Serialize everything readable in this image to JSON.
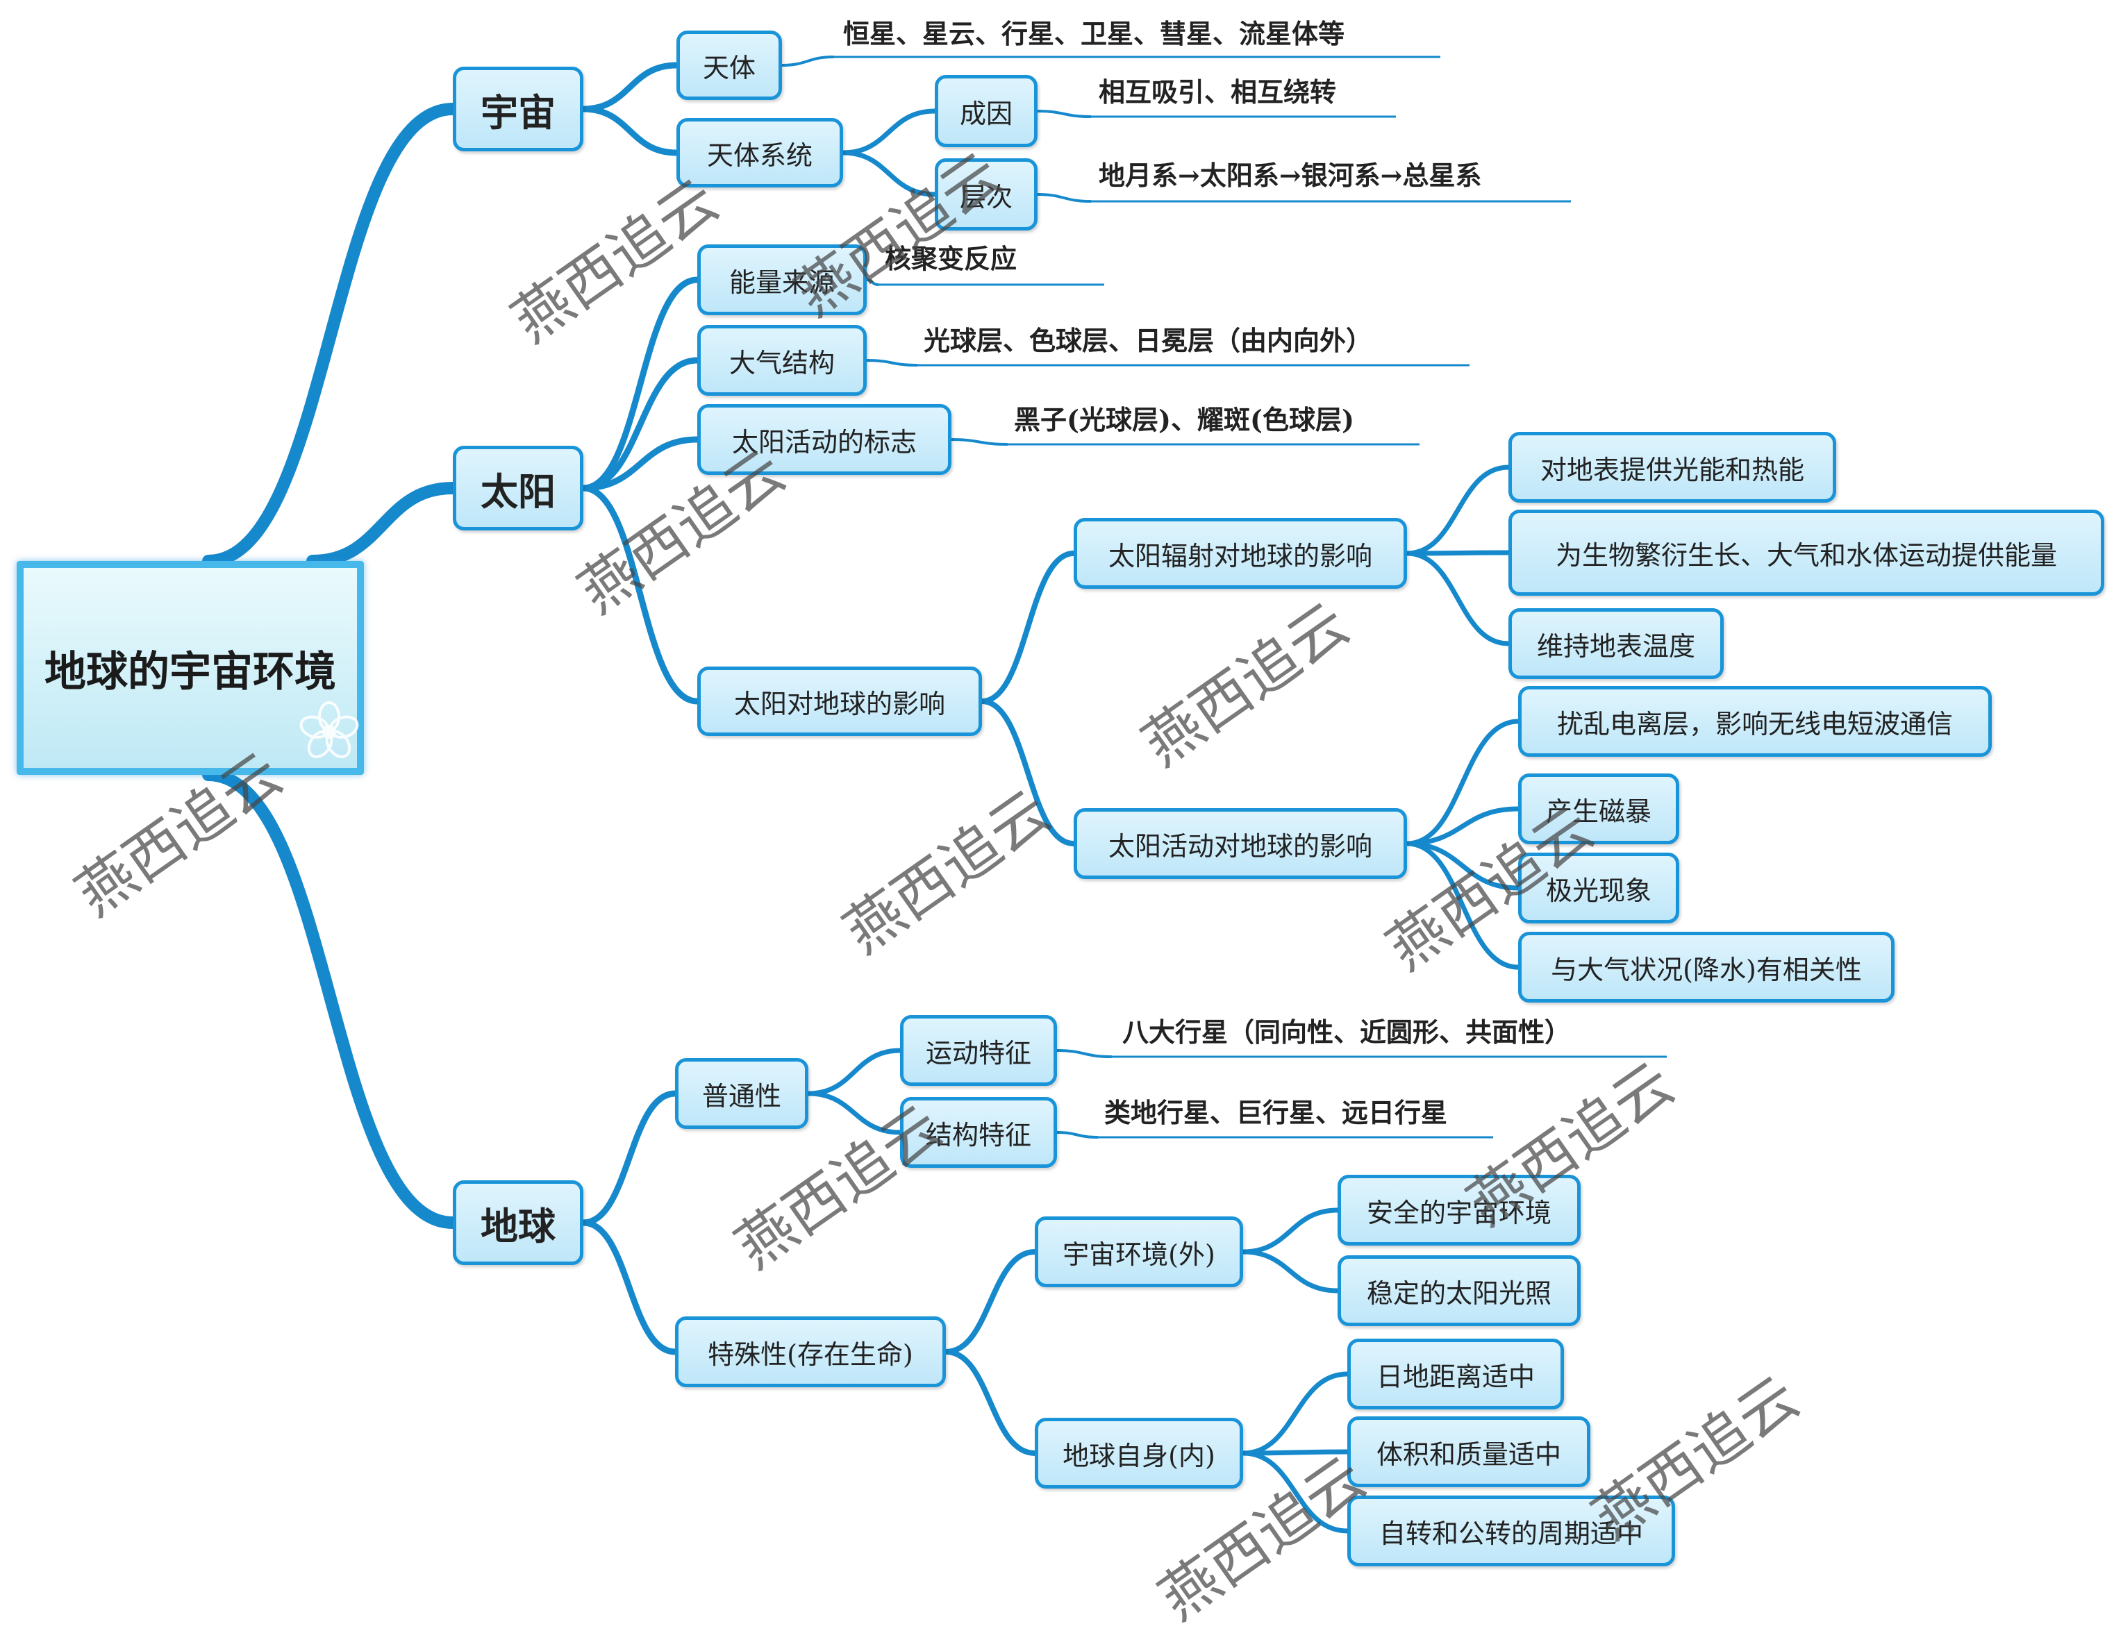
{
  "root": "地球的宇宙环境",
  "nodes": {
    "yuzhou": "宇宙",
    "tianti": "天体",
    "tianti_xitong": "天体系统",
    "chengyin": "成因",
    "cengci": "层次",
    "taiyang": "太阳",
    "nengliang": "能量来源",
    "daqi_jiegou": "大气结构",
    "huodong_biaozhi": "太阳活动的标志",
    "taiyang_yingxiang": "太阳对地球的影响",
    "fushe": "太阳辐射对地球的影响",
    "fushe_1": "对地表提供光能和热能",
    "fushe_2": "为生物繁衍生长、大气和水体运动提供能量",
    "fushe_3": "维持地表温度",
    "huodong": "太阳活动对地球的影响",
    "huodong_1": "扰乱电离层，影响无线电短波通信",
    "huodong_2": "产生磁暴",
    "huodong_3": "极光现象",
    "huodong_4": "与大气状况(降水)有相关性",
    "diqiu": "地球",
    "putong": "普通性",
    "yundong": "运动特征",
    "jiegou": "结构特征",
    "teshu": "特殊性(存在生命)",
    "huanjing_wai": "宇宙环境(外)",
    "wai_1": "安全的宇宙环境",
    "wai_2": "稳定的太阳光照",
    "zishen_nei": "地球自身(内)",
    "nei_1": "日地距离适中",
    "nei_2": "体积和质量适中",
    "nei_3": "自转和公转的周期适中"
  },
  "notes": {
    "tianti": "恒星、星云、行星、卫星、彗星、流星体等",
    "chengyin": "相互吸引、相互绕转",
    "cengci": "地月系→太阳系→银河系→总星系",
    "nengliang": "核聚变反应",
    "daqi_jiegou": "光球层、色球层、日冕层（由内向外）",
    "huodong_biaozhi": "黑子(光球层)、耀斑(色球层)",
    "yundong": "八大行星（同向性、近圆形、共面性）",
    "jiegou": "类地行星、巨行星、远日行星"
  },
  "watermark": "燕西追云",
  "colors": {
    "line": "#1589cc",
    "border": "#1a94d8"
  }
}
